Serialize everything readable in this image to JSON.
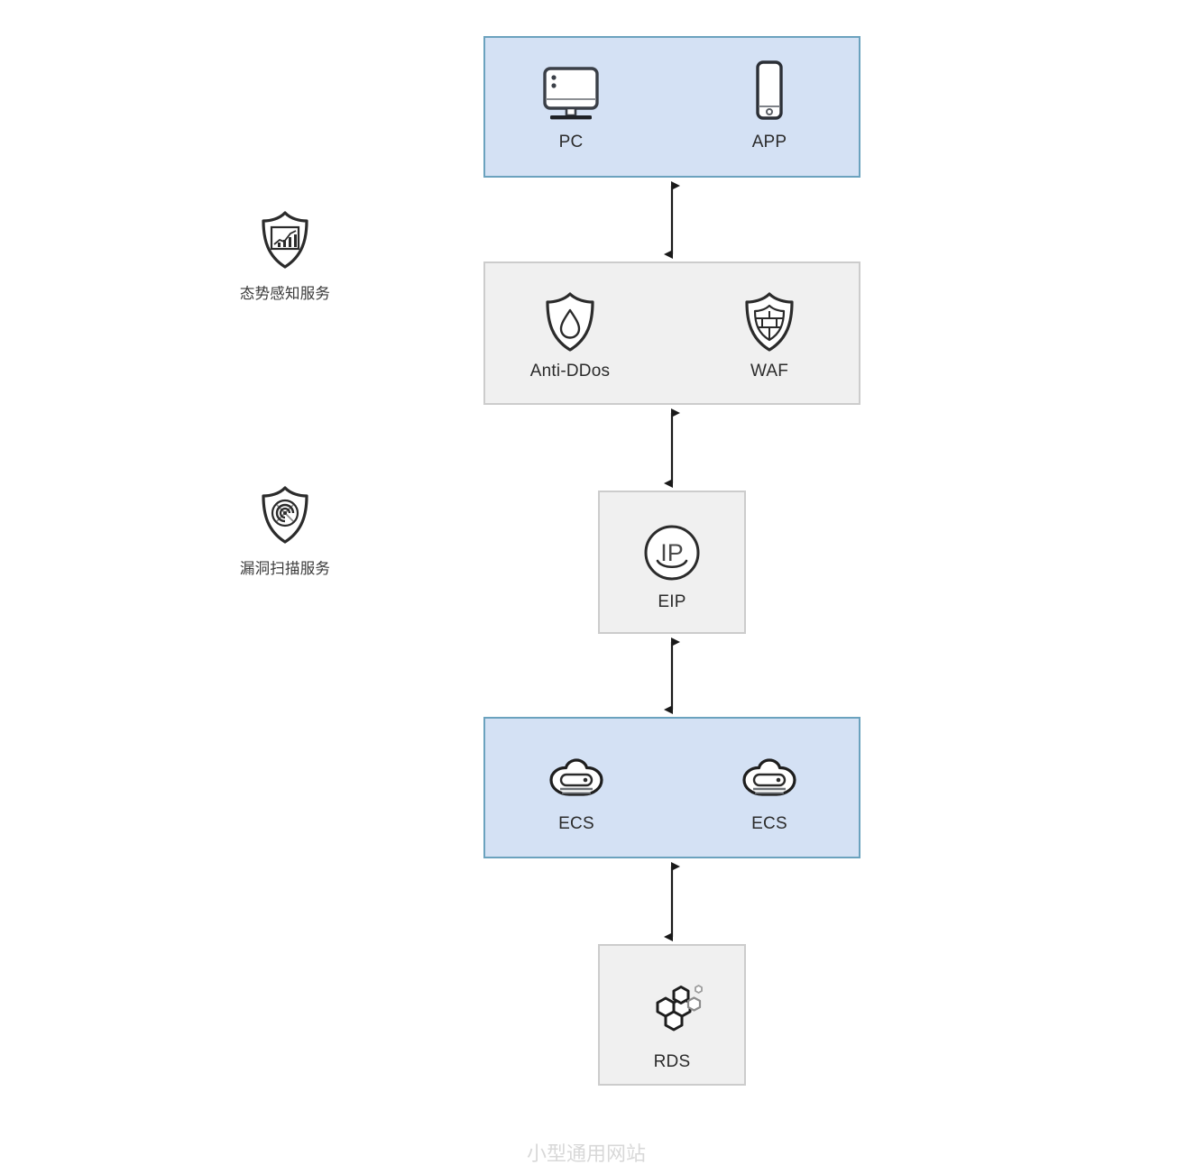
{
  "diagram": {
    "caption": "小型通用网站",
    "layers": [
      {
        "id": "client-layer",
        "style": "blue",
        "nodes": [
          {
            "id": "pc",
            "icon": "desktop-monitor-icon",
            "label": "PC"
          },
          {
            "id": "app",
            "icon": "mobile-phone-icon",
            "label": "APP"
          }
        ]
      },
      {
        "id": "security-layer",
        "style": "gray",
        "nodes": [
          {
            "id": "anti-ddos",
            "icon": "shield-droplet-icon",
            "label": "Anti-DDos"
          },
          {
            "id": "waf",
            "icon": "shield-grid-icon",
            "label": "WAF"
          }
        ]
      },
      {
        "id": "network-layer",
        "style": "gray",
        "nodes": [
          {
            "id": "eip",
            "icon": "ip-circle-icon",
            "label": "EIP"
          }
        ]
      },
      {
        "id": "compute-layer",
        "style": "blue",
        "nodes": [
          {
            "id": "ecs-1",
            "icon": "cloud-server-icon",
            "label": "ECS"
          },
          {
            "id": "ecs-2",
            "icon": "cloud-server-icon",
            "label": "ECS"
          }
        ]
      },
      {
        "id": "database-layer",
        "style": "gray",
        "nodes": [
          {
            "id": "rds",
            "icon": "hexagon-cluster-icon",
            "label": "RDS"
          }
        ]
      }
    ],
    "side_services": [
      {
        "id": "situation-awareness",
        "icon": "shield-chart-icon",
        "label": "态势感知服务"
      },
      {
        "id": "vulnerability-scan",
        "icon": "shield-radar-icon",
        "label": "漏洞扫描服务"
      }
    ],
    "connectors": [
      {
        "id": "client-to-security",
        "type": "double-arrow-vertical"
      },
      {
        "id": "security-to-network",
        "type": "double-arrow-vertical"
      },
      {
        "id": "network-to-compute",
        "type": "double-arrow-vertical"
      },
      {
        "id": "compute-to-database",
        "type": "double-arrow-vertical"
      }
    ],
    "colors": {
      "blue_fill": "#d4e1f4",
      "blue_border": "#6ba2be",
      "gray_fill": "#f0f0f0",
      "gray_border": "#cccccc",
      "icon_stroke": "#2b2b2b",
      "label_text": "#2b2b2b",
      "caption_text": "#d8d8d8"
    }
  }
}
